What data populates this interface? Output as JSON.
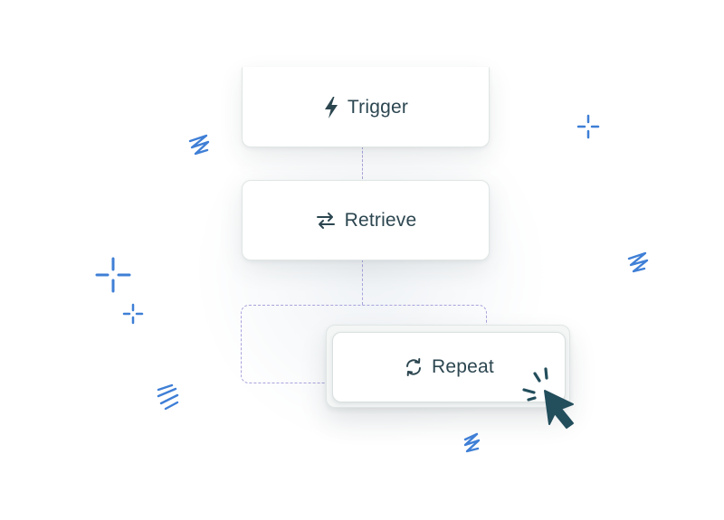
{
  "nodes": {
    "trigger": {
      "label": "Trigger",
      "icon": "lightning-bolt-icon"
    },
    "retrieve": {
      "label": "Retrieve",
      "icon": "swap-arrows-icon"
    },
    "repeat": {
      "label": "Repeat",
      "icon": "refresh-cycle-icon"
    }
  },
  "colors": {
    "text": "#2c4650",
    "connector": "#a9a3dc",
    "sparkle": "#3f7fd6",
    "cursor": "#234e5c"
  },
  "decorations": [
    "sparkle-icon",
    "squiggle-icon",
    "pointer-cursor-icon",
    "click-burst-icon"
  ]
}
